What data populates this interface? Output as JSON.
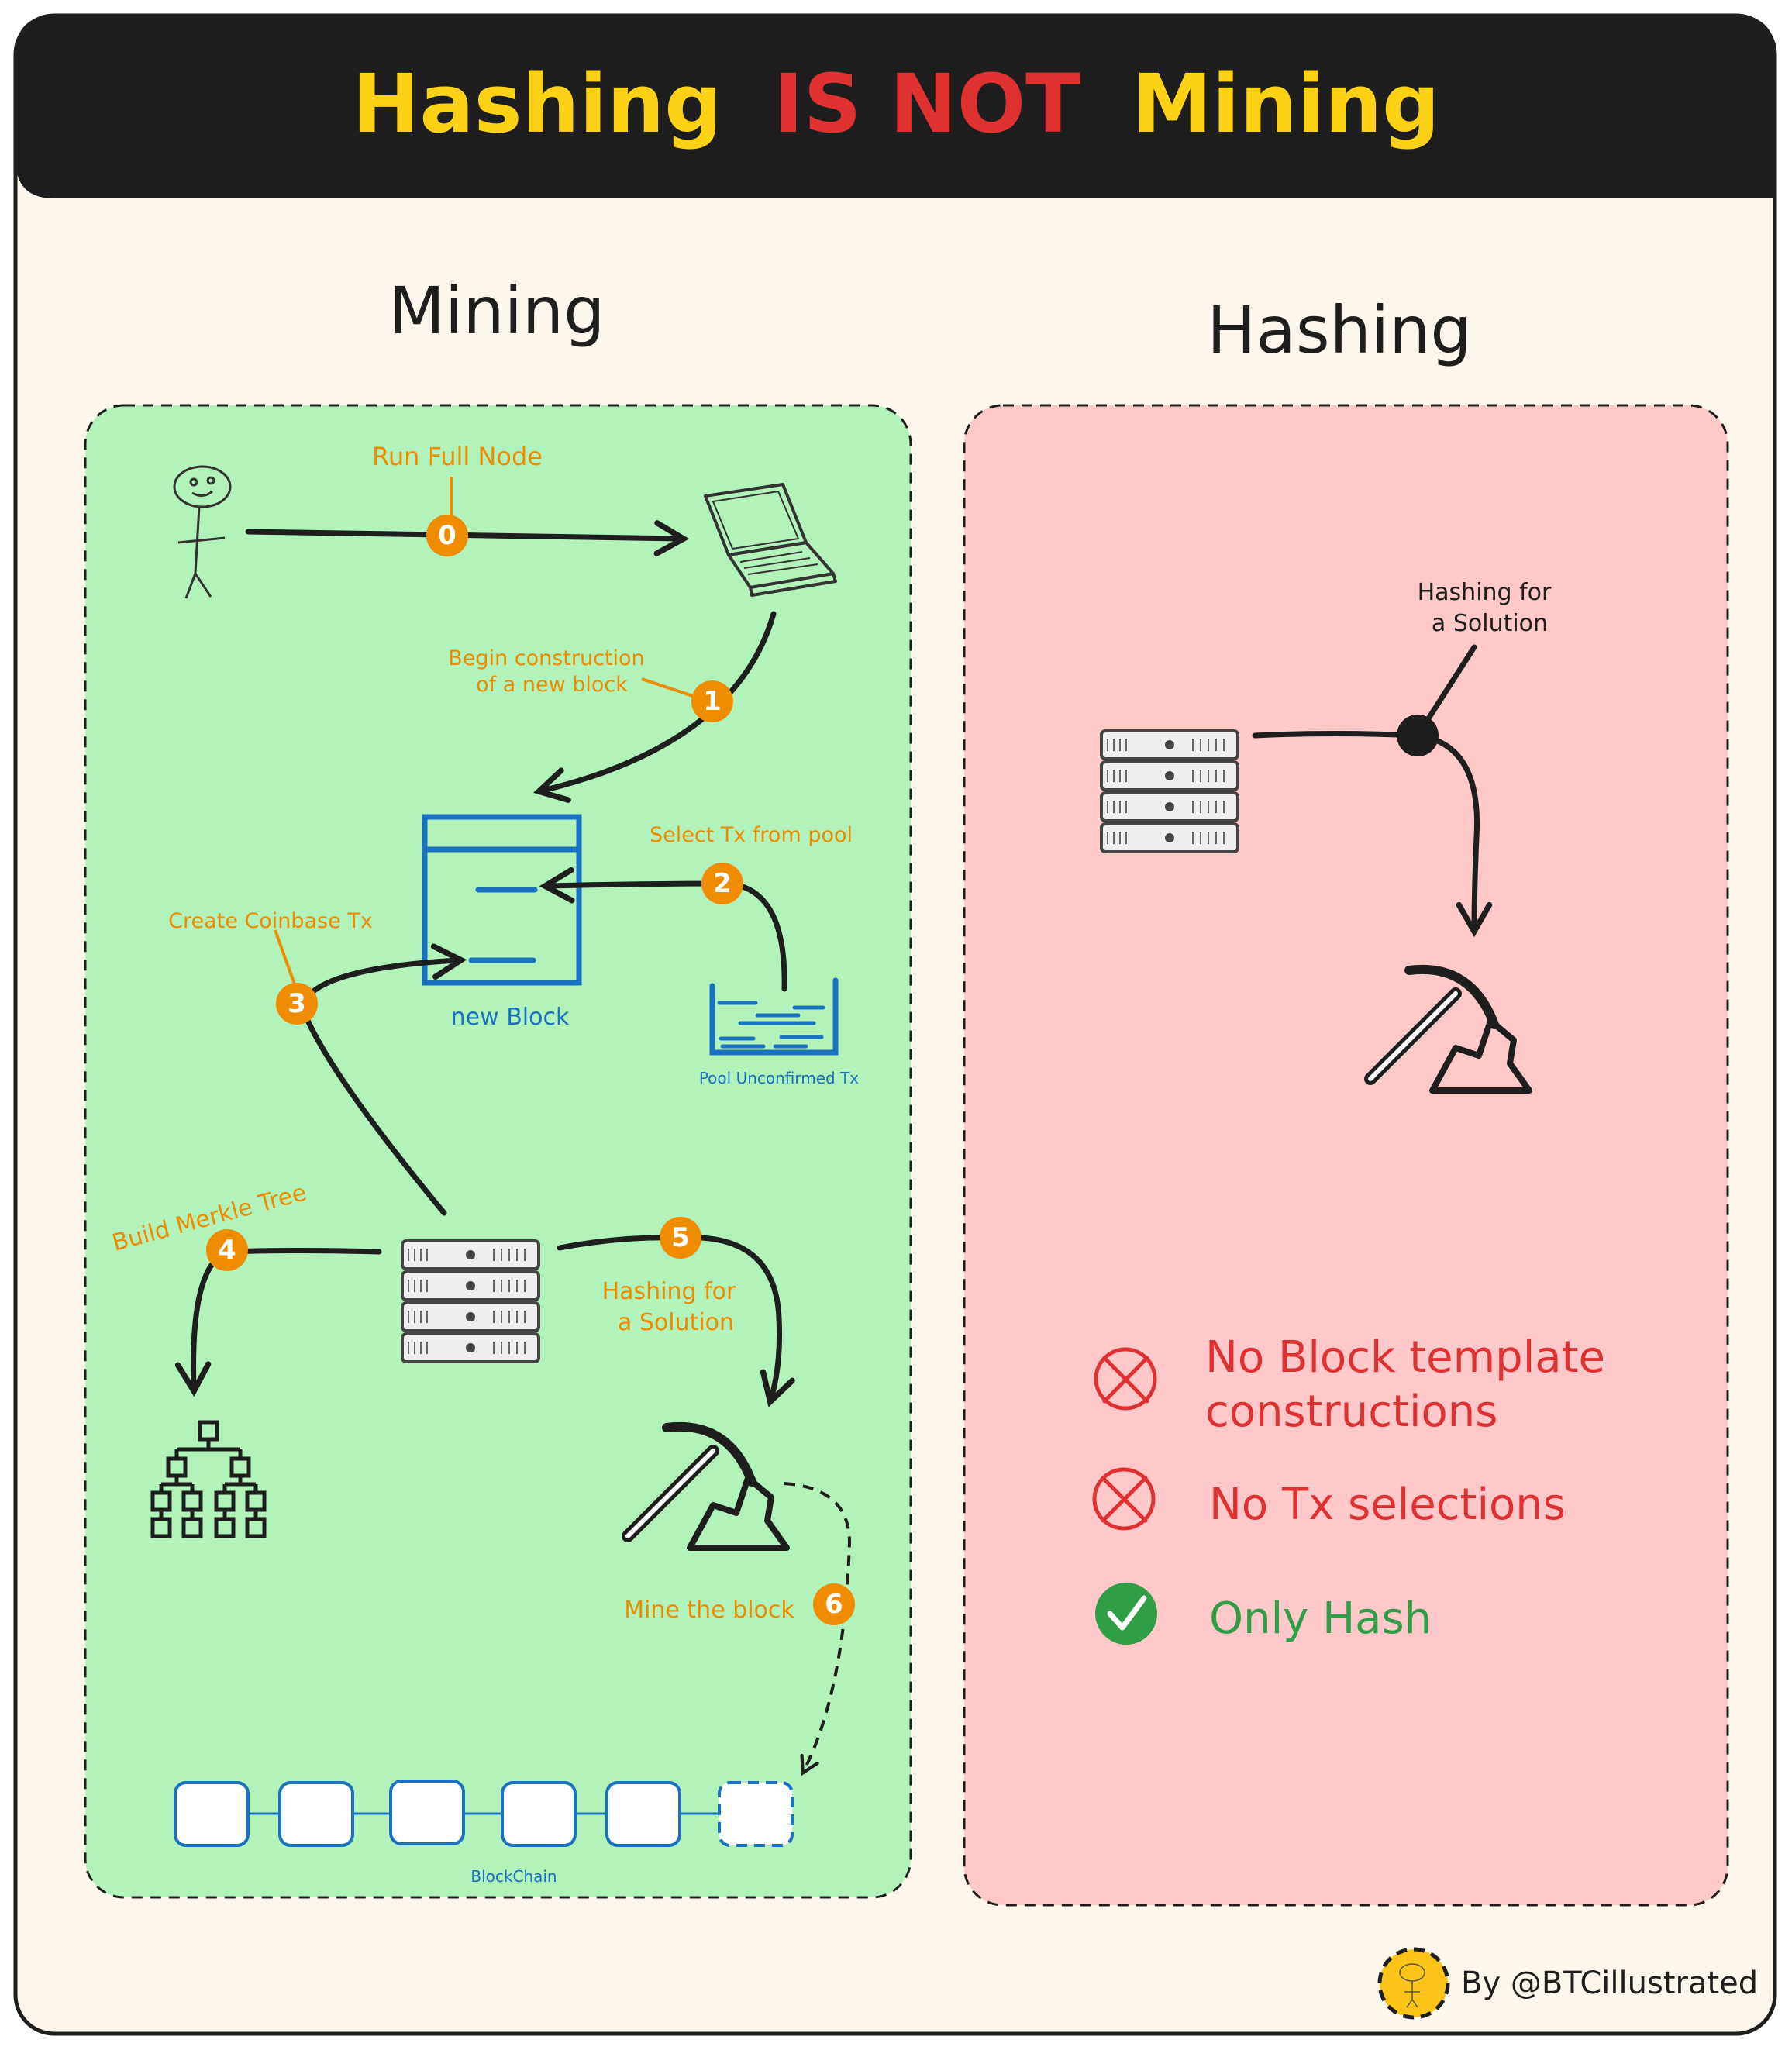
{
  "header": {
    "title_part1": "Hashing",
    "title_part2": "IS NOT",
    "title_part3": "Mining"
  },
  "colors": {
    "title_yellow": "#fcd116",
    "title_red": "#e03131",
    "header_bg": "#1e1e1e",
    "page_bg": "#fdf6ec",
    "mining_panel": "#b2f2bb",
    "hashing_panel": "#ffc9c9",
    "step_orange": "#f08c00",
    "block_blue": "#1971c2",
    "negative_red": "#e03131",
    "positive_green": "#2f9e44"
  },
  "mining": {
    "heading": "Mining",
    "steps": [
      {
        "number": "0",
        "label": "Run Full Node"
      },
      {
        "number": "1",
        "label_line1": "Begin construction",
        "label_line2": "of a new block"
      },
      {
        "number": "2",
        "label": "Select Tx from pool"
      },
      {
        "number": "3",
        "label": "Create Coinbase Tx"
      },
      {
        "number": "4",
        "label": "Build Merkle Tree"
      },
      {
        "number": "5",
        "label_line1": "Hashing for",
        "label_line2": "a Solution"
      },
      {
        "number": "6",
        "label": "Mine the block"
      }
    ],
    "new_block_label": "new Block",
    "pool_label": "Pool Unconfirmed Tx",
    "blockchain_label": "BlockChain"
  },
  "hashing": {
    "heading": "Hashing",
    "label_line1": "Hashing for",
    "label_line2": "a Solution",
    "points": [
      {
        "icon": "cross-circle-icon",
        "line1": "No Block template",
        "line2": "constructions"
      },
      {
        "icon": "cross-circle-icon",
        "line1": "No Tx selections"
      },
      {
        "icon": "check-circle-icon",
        "line1": "Only Hash"
      }
    ]
  },
  "footer": {
    "credit": "By @BTCillustrated"
  }
}
